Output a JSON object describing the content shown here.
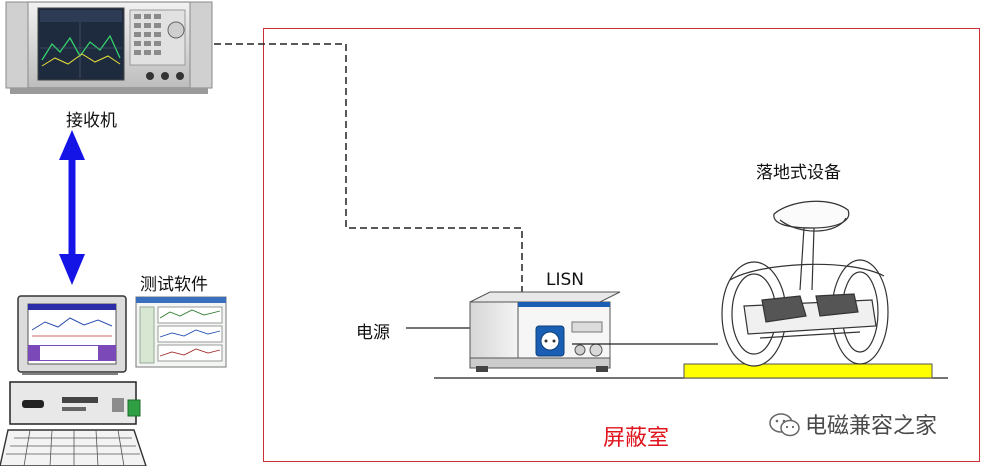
{
  "labels": {
    "receiver": "接收机",
    "software": "测试软件",
    "lisn": "LISN",
    "power": "电源",
    "equipment": "落地式设备",
    "room": "屏蔽室",
    "watermark": "电磁兼容之家"
  },
  "colors": {
    "room_border": "#c8313a",
    "room_label": "#e0141c",
    "arrow": "#1414e6",
    "platform": "#ffff00",
    "lisn_accent": "#1a5fb4"
  }
}
